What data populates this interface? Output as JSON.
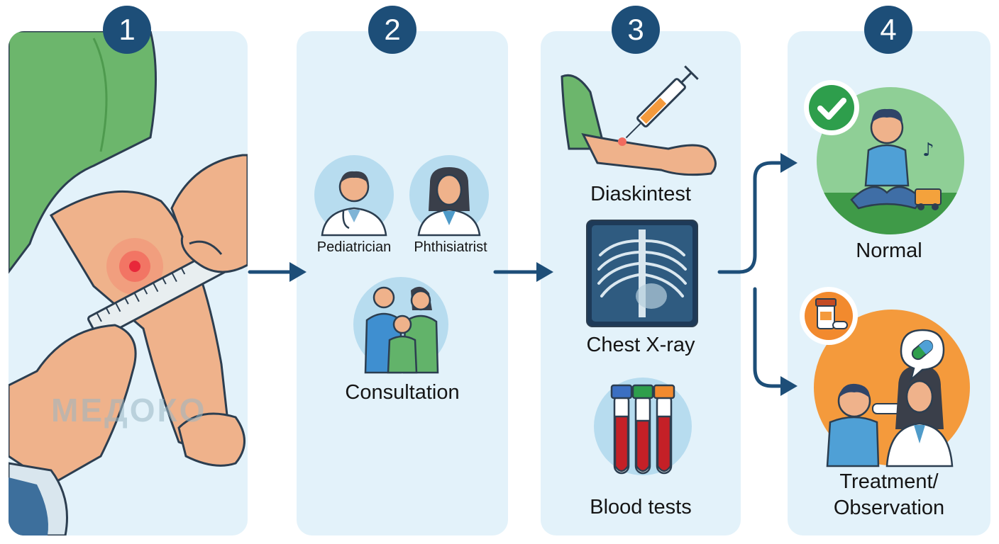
{
  "steps": [
    {
      "number": "1",
      "icon": "tuberculin-skin-test-measurement"
    },
    {
      "number": "2",
      "labels": {
        "pediatrician": "Pediatrician",
        "phthisiatrist": "Phthisiatrist",
        "consultation": "Consultation"
      }
    },
    {
      "number": "3",
      "labels": {
        "diaskintest": "Diaskintest",
        "xray": "Chest X-ray",
        "blood": "Blood tests"
      }
    },
    {
      "number": "4",
      "labels": {
        "normal": "Normal",
        "treatment_line1": "Treatment/",
        "treatment_line2": "Observation"
      }
    }
  ],
  "watermark": "МЕДОКО",
  "colors": {
    "badge": "#1d4e78",
    "panel": "#e3f2fa",
    "arrow": "#1d4e78",
    "normal_circle": "#8fcf96",
    "treatment_circle": "#f49a3c",
    "check_badge": "#2e9e4c"
  }
}
